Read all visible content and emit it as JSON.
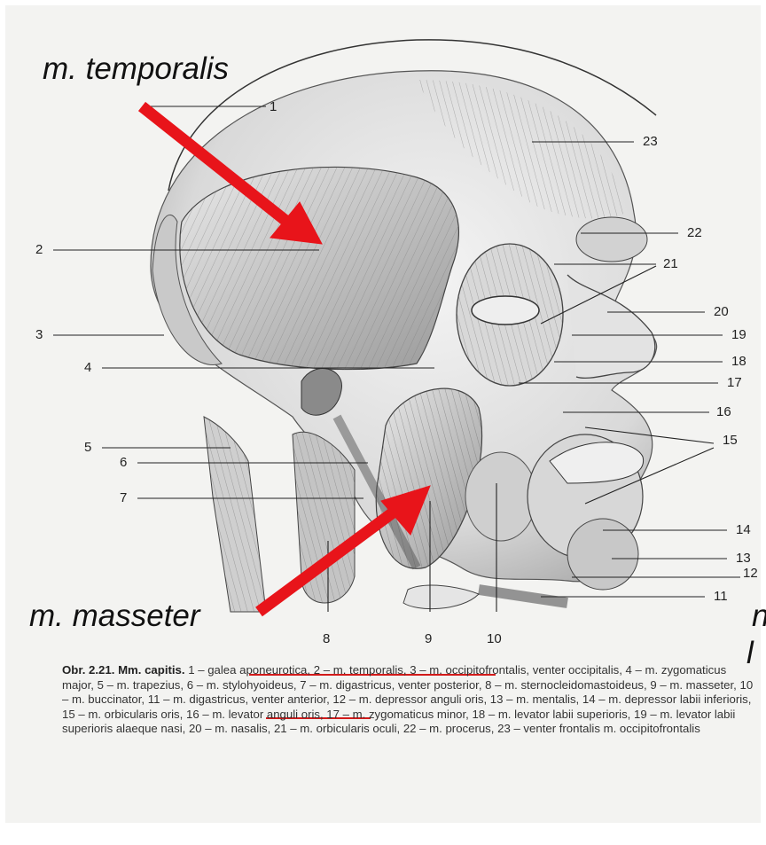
{
  "labels": {
    "temporalis": "m. temporalis",
    "masseter": "m. masseter",
    "cut_right_top": "n",
    "cut_right_bottom": "l"
  },
  "numbers": [
    "1",
    "2",
    "3",
    "4",
    "5",
    "6",
    "7",
    "8",
    "9",
    "10",
    "11",
    "12",
    "13",
    "14",
    "15",
    "16",
    "17",
    "18",
    "19",
    "20",
    "21",
    "22",
    "23"
  ],
  "caption": {
    "fig": "Obr. 2.21.",
    "title": "Mm. capitis.",
    "parts": [
      " 1 – galea aponeurotica, ",
      "2 – m. temporalis",
      ", 3 – m. occipitofrontalis, venter occipitalis, 4 – m. zygomaticus major, 5 – m. trapezius, 6 – m. stylohyoideus, 7 – m. digastricus, venter posterior, 8 – m. sternocleidomastoideus, ",
      "9 – m. masseter",
      ", 10 – m. buccinator, 11 – m. digastricus, venter anterior, 12 – m. depressor anguli oris, ",
      "13 – m. mentalis",
      ", 14 – m. depressor labii inferioris, 15 – m. orbicularis oris, 16 – m. levator anguli oris, 17 – m. zygomaticus minor, 18 – m. levator labii superioris, 19 – m. levator labii superioris alaeque nasi, 20 – m. nasalis, 21 – m. orbicularis oculi, 22 – m. procerus, 23 – venter frontalis m. occipitofrontalis"
    ]
  },
  "colors": {
    "arrow": "#e8141a",
    "underline": "#d21a1a",
    "paper": "#f3f3f1"
  }
}
